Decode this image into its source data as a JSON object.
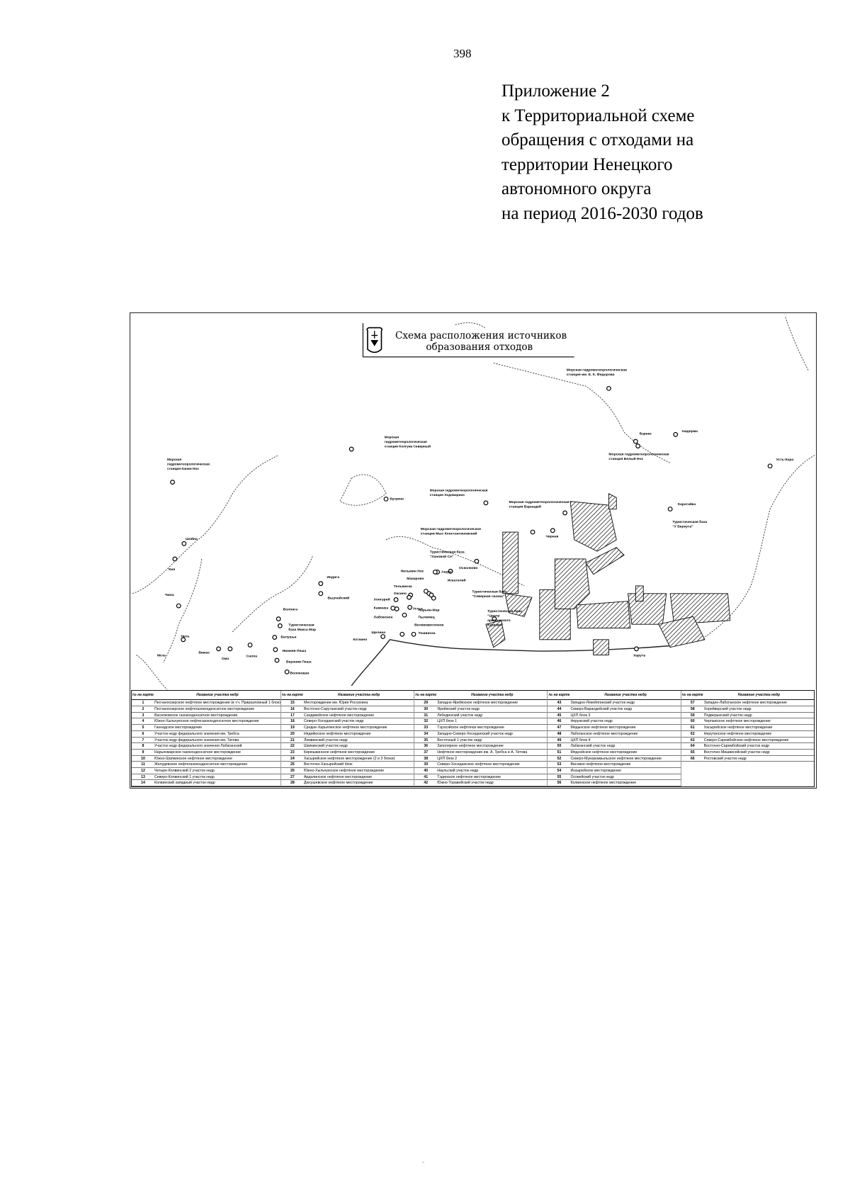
{
  "page_number": "398",
  "appendix": [
    "Приложение 2",
    "к Территориальной схеме",
    "обращения с отходами на",
    "территории Ненецкого",
    "автономного округа",
    "на период 2016-2030 годов"
  ],
  "map": {
    "title_line1": "Схема расположения источников",
    "title_line2": "образования отходов",
    "labels": [
      [
        "Морская",
        "гидрометеорологическая",
        "станция Канин Нос"
      ],
      [
        "Морская",
        "гидрометеорологическая",
        "станция Колгуев Северный"
      ],
      [
        "Бугрино"
      ],
      [
        "Морская гидрометеорологическая",
        "станция Ходоварихо"
      ],
      [
        "Морская гидрометеорологическая",
        "станция им. Е. К. Федорова"
      ],
      [
        "Варнек"
      ],
      [
        "Амдерма"
      ],
      [
        "Морская гидрометеорологическая",
        "станция Белый Нос"
      ],
      [
        "Усть-Кара"
      ],
      [
        "Морская гидрометеорологическая",
        "станция Варандей"
      ],
      [
        "Морская гидрометеорологическая",
        "станция Мыс Константиновский"
      ],
      [
        "Черная"
      ],
      [
        "Каратайка"
      ],
      [
        "Туристическая база",
        "\"У Беркута\""
      ],
      [
        "Туристическая база",
        "\"Хановэй Се\""
      ],
      [
        "Нельмин Нос"
      ],
      [
        "Андег"
      ],
      [
        "Осколково"
      ],
      [
        "Макарово"
      ],
      [
        "Тельвиска"
      ],
      [
        "Оксино"
      ],
      [
        "Искателей"
      ],
      [
        "Хонгурей"
      ],
      [
        "Каменка"
      ],
      [
        "Устье"
      ],
      [
        "Нарьян-Мар"
      ],
      [
        "Лабожское"
      ],
      [
        "Пылемец"
      ],
      [
        "Великовисочное"
      ],
      [
        "Щелино"
      ],
      [
        "Тошвиска"
      ],
      [
        "Коткино"
      ],
      [
        "Туристическая база",
        "\"Северная сказка\""
      ],
      [
        "Туристическая база",
        "\"Центр",
        "арктического",
        "туризма\""
      ],
      [
        "Индига"
      ],
      [
        "Выучейский"
      ],
      [
        "Шойна"
      ],
      [
        "Кия"
      ],
      [
        "Чижа"
      ],
      [
        "Несь"
      ],
      [
        "Вижас"
      ],
      [
        "Ома"
      ],
      [
        "Снопа"
      ],
      [
        "Мгла"
      ],
      [
        "Волонга"
      ],
      [
        "Туристическая",
        "база Макса Мар"
      ],
      [
        "Белушье"
      ],
      [
        "Нижняя Пеша"
      ],
      [
        "Верхняя Пеша"
      ],
      [
        "Волоковая"
      ],
      [
        "Харута"
      ]
    ],
    "table": {
      "col_no": "№ на карте",
      "col_name": "Название участка недр",
      "rows": [
        [
          "1",
          "Песчаноозерское нефтяное месторождение (в т.ч. Приразломный 1 блок)"
        ],
        [
          "2",
          "Песчаноозерское нефтегазоконденсатное месторождение"
        ],
        [
          "3",
          "Василковское газоконденсатное месторождение"
        ],
        [
          "4",
          "Южно-Хыльчуюское нефтегазоконденсатное месторождение"
        ],
        [
          "5",
          "Ганнадское месторождение"
        ],
        [
          "6",
          "Участок недр федерального значения им. Требса"
        ],
        [
          "7",
          "Участок недр федерального значения им. Титова"
        ],
        [
          "8",
          "Участок недр федерального значения Лабаганский"
        ],
        [
          "9",
          "Нарьянмарское газоконденсатное месторождение"
        ],
        [
          "10",
          "Южно-Шапкинское нефтяное месторождение"
        ],
        [
          "11",
          "Желудевское нефтегазоконденсатное месторождение"
        ],
        [
          "12",
          "Четыре-Колвинский 2 участок недр"
        ],
        [
          "13",
          "Северо-Колвинский 1 участок недр"
        ],
        [
          "14",
          "Колвинский западный участок недр"
        ],
        [
          "15",
          "Месторождение им. Юрия Россихина"
        ],
        [
          "16",
          "Восточно-Сарутаюский участок недр"
        ],
        [
          "17",
          "Сандивейское нефтяное месторождение"
        ],
        [
          "18",
          "Северо-Хоседаюский участок недр"
        ],
        [
          "19",
          "Средне-Харьягинское нефтяное месторождение"
        ],
        [
          "20",
          "Нядейюское нефтяное месторождение"
        ],
        [
          "21",
          "Лемвинский участок недр"
        ],
        [
          "22",
          "Шапкинский участок недр"
        ],
        [
          "23",
          "Кирюшкинское нефтяное месторождение"
        ],
        [
          "24",
          "Хасырейское нефтяное месторождение (2 и 3 блоки)"
        ],
        [
          "25",
          "Восточно-Хасырейский блок"
        ],
        [
          "26",
          "Южно-Хыльчуюское нефтяное месторождение"
        ],
        [
          "27",
          "Ардалинское нефтяное месторождение"
        ],
        [
          "28",
          "Дюсушевское нефтяное месторождение"
        ],
        [
          "29",
          "Западно-Ярейюское нефтяное месторождение"
        ],
        [
          "30",
          "Ярейюский участок недр"
        ],
        [
          "31",
          "Лебединский участок недр"
        ],
        [
          "32",
          "ЦХП блок 1"
        ],
        [
          "33",
          "Тэрэхэйское нефтяное месторождение"
        ],
        [
          "34",
          "Западно-Северо-Хоседаюский участок недр"
        ],
        [
          "35",
          "Восточный 1 участок недр"
        ],
        [
          "36",
          "Заполярное нефтяное месторождение"
        ],
        [
          "37",
          "Нефтяное месторождение им. А. Требса и А. Титова"
        ],
        [
          "38",
          "ЦХП блок 2"
        ],
        [
          "39",
          "Северо-Хоседаюское нефтяное месторождение"
        ],
        [
          "40",
          "Наульский участок недр"
        ],
        [
          "41",
          "Тэдинское нефтяное месторождение"
        ],
        [
          "42",
          "Южно-Торавейский участок недр"
        ],
        [
          "43",
          "Западно-Лекейягинский участок недр"
        ],
        [
          "44",
          "Северо-Варандейский участок недр"
        ],
        [
          "45",
          "ЦХП блок 3"
        ],
        [
          "46",
          "Неруюский участок недр"
        ],
        [
          "47",
          "Медынское нефтяное месторождение"
        ],
        [
          "48",
          "Лабоганское нефтяное месторождение"
        ],
        [
          "49",
          "ЦХП блок 4"
        ],
        [
          "50",
          "Лабаганский участок недр"
        ],
        [
          "51",
          "Мядсейское нефтяное месторождение"
        ],
        [
          "52",
          "Северо-Мукеркамыльское нефтяное месторождение"
        ],
        [
          "53",
          "Висовое нефтяное месторождение"
        ],
        [
          "54",
          "Инзырейское месторождение"
        ],
        [
          "55",
          "Осовейский участок недр"
        ],
        [
          "56",
          "Колвинское нефтяное месторождение"
        ],
        [
          "57",
          "Западно-Лабоганское нефтяное месторождение"
        ],
        [
          "58",
          "Хорейверский участок недр"
        ],
        [
          "59",
          "Подверьюский участок недр"
        ],
        [
          "60",
          "Черпаюское нефтяное месторождение"
        ],
        [
          "61",
          "Хасырейское нефтяное месторождение"
        ],
        [
          "62",
          "Нерутинское нефтяное месторождение"
        ],
        [
          "63",
          "Северо-Сарембойское нефтяное месторождение"
        ],
        [
          "64",
          "Восточно-Сарембойский участок недр"
        ],
        [
          "65",
          "Восточно-Мишвисейский участок недр"
        ],
        [
          "66",
          "Ростовский участок недр"
        ]
      ]
    }
  }
}
